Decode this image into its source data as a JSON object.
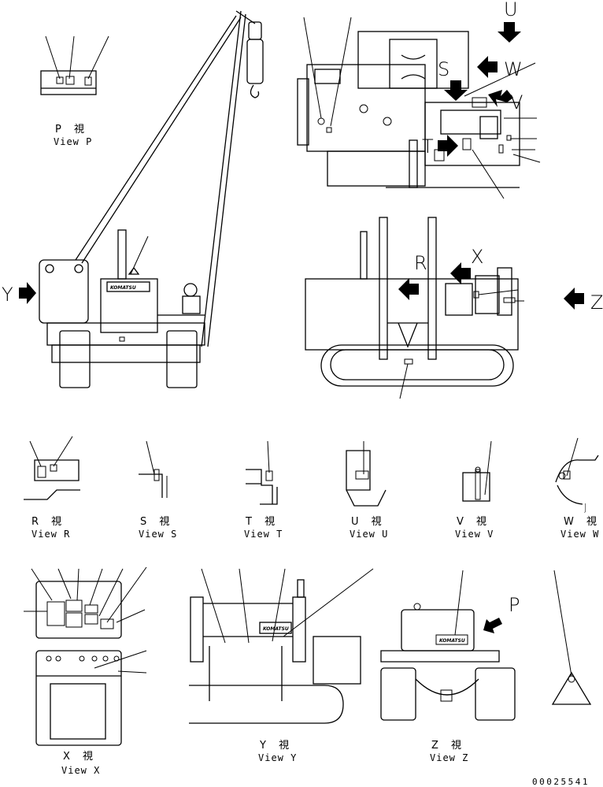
{
  "views": {
    "p": {
      "jp": "P 視",
      "en": "View P"
    },
    "r": {
      "jp": "R 視",
      "en": "View R"
    },
    "s": {
      "jp": "S 視",
      "en": "View S"
    },
    "t": {
      "jp": "T 視",
      "en": "View T"
    },
    "u": {
      "jp": "U 視",
      "en": "View U"
    },
    "v": {
      "jp": "V 視",
      "en": "View V"
    },
    "w": {
      "jp": "W 視",
      "en": "View W"
    },
    "x": {
      "jp": "X 視",
      "en": "View X"
    },
    "y": {
      "jp": "Y 視",
      "en": "View Y"
    },
    "z": {
      "jp": "Z 視",
      "en": "View Z"
    }
  },
  "arrow_labels": {
    "u": "U",
    "s": "S",
    "w": "W",
    "v": "V",
    "t": "T",
    "r": "R",
    "x": "X",
    "y": "Y",
    "z": "Z",
    "p": "P",
    "j": "J"
  },
  "brand_logo": "KOMATSU",
  "part_number": "00025541"
}
